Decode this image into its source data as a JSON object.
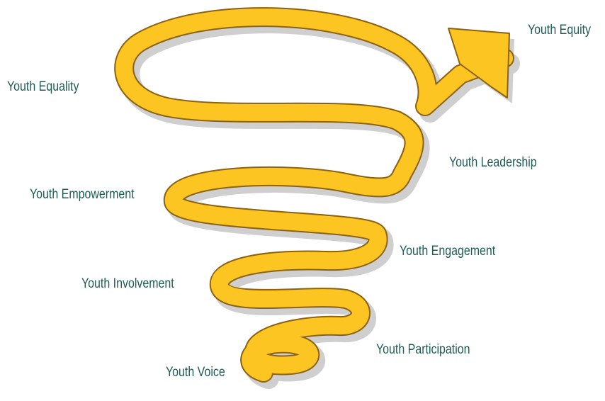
{
  "diagram": {
    "colors": {
      "spiral_fill": "#fcc521",
      "spiral_outline": "#8a6212",
      "shadow": "#cfcfcf",
      "label_text": "#1d5b57"
    },
    "stages": [
      {
        "key": "voice",
        "label": "Youth Voice"
      },
      {
        "key": "participation",
        "label": "Youth Participation"
      },
      {
        "key": "involvement",
        "label": "Youth Involvement"
      },
      {
        "key": "engagement",
        "label": "Youth Engagement"
      },
      {
        "key": "empowerment",
        "label": "Youth Empowerment"
      },
      {
        "key": "leadership",
        "label": "Youth Leadership"
      },
      {
        "key": "equality",
        "label": "Youth Equality"
      },
      {
        "key": "equity",
        "label": "Youth Equity"
      }
    ]
  }
}
